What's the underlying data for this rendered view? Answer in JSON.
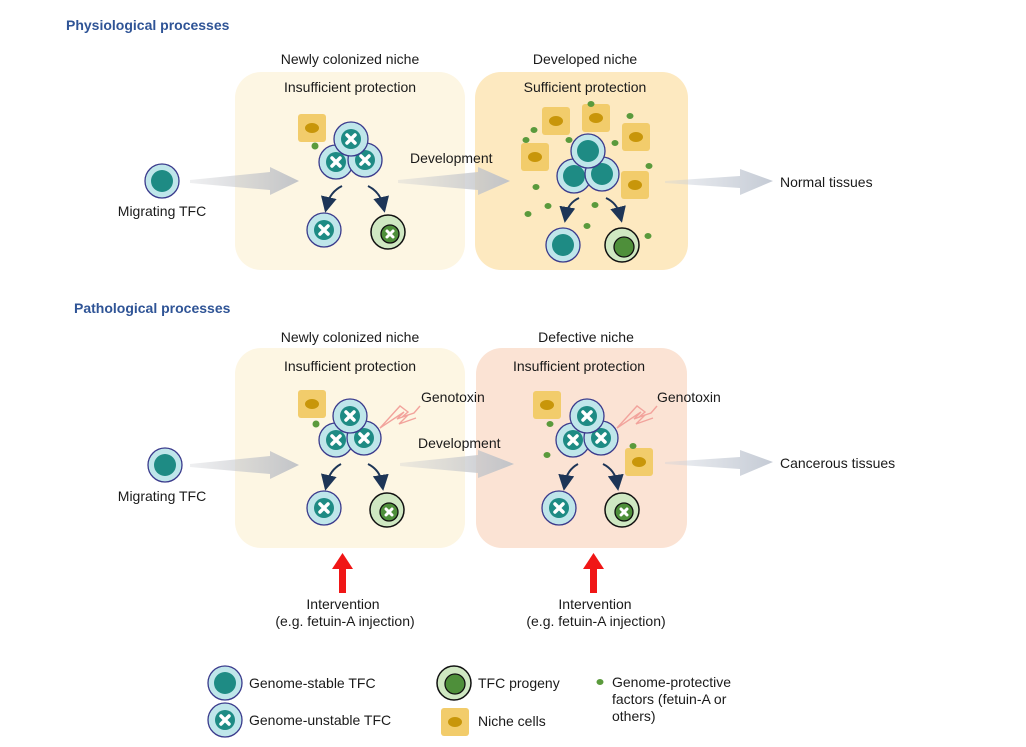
{
  "sections": [
    {
      "title": "Physiological processes",
      "source_label": "Migrating TFC",
      "niche1": {
        "title": "Newly colonized niche",
        "status": "Insufficient protection"
      },
      "transition_label": "Development",
      "niche2": {
        "title": "Developed niche",
        "status": "Sufficient protection"
      },
      "outcome": "Normal tissues"
    },
    {
      "title": "Pathological processes",
      "source_label": "Migrating TFC",
      "niche1": {
        "title": "Newly colonized niche",
        "status": "Insufficient protection",
        "hazard": "Genotoxin"
      },
      "transition_label": "Development",
      "niche2": {
        "title": "Defective niche",
        "status": "Insufficient protection",
        "hazard": "Genotoxin"
      },
      "outcome": "Cancerous tissues",
      "interventions": [
        {
          "line1": "Intervention",
          "line2": "(e.g. fetuin-A injection)"
        },
        {
          "line1": "Intervention",
          "line2": "(e.g. fetuin-A injection)"
        }
      ]
    }
  ],
  "legend": {
    "genome_stable": "Genome-stable TFC",
    "genome_unstable": "Genome-unstable TFC",
    "progeny": "TFC progeny",
    "niche_cells": "Niche cells",
    "protective_factors": "Genome-protective factors (fetuin-A or others)"
  },
  "colors": {
    "title_blue": "#2f5496",
    "niche_light": "#fdf6e3",
    "niche_developed": "#fde9c0",
    "niche_defective": "#fbe3d4",
    "cell_fill": "#bfe6ea",
    "cell_outline": "#3a3a8c",
    "nucleus": "#1e8b84",
    "progeny_fill": "#cfe8c2",
    "progeny_nucleus": "#4e8f3a",
    "niche_cell": "#f2cc6b",
    "niche_nucleus": "#c8960a",
    "factor_dot": "#5a9a3c",
    "arrow_gray": "#c9cbd0",
    "division_arrow": "#1d3557",
    "intervention_red": "#f01616",
    "genotoxin_pink": "#f2a39c"
  }
}
